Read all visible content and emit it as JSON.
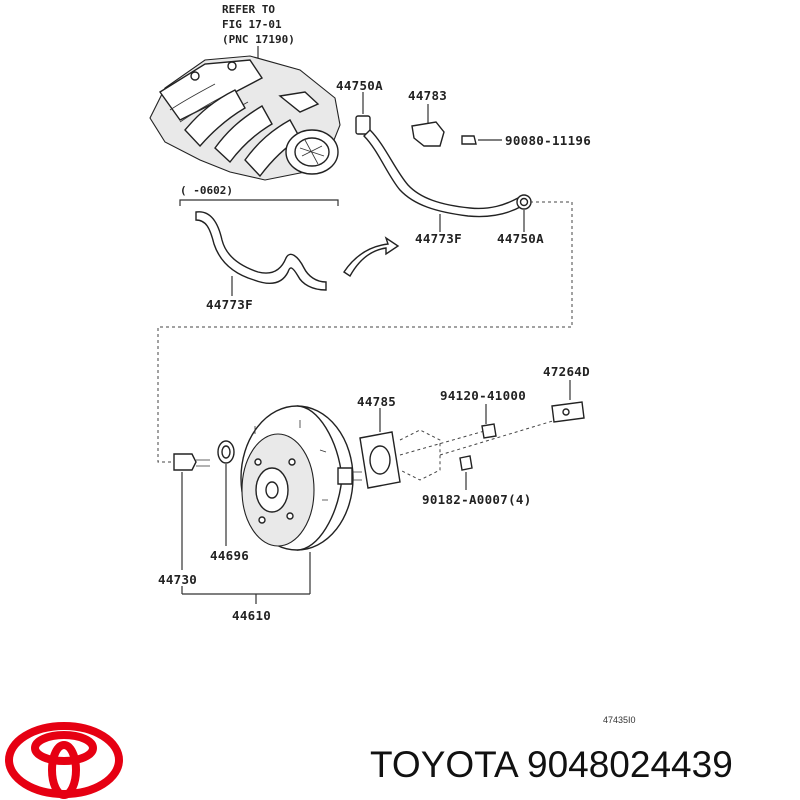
{
  "refer": {
    "line1": "REFER TO",
    "line2": "FIG 17-01",
    "line3": "(PNC 17190)"
  },
  "range_note": "(    -0602)",
  "labels": {
    "p44750A_top": "44750A",
    "p44783": "44783",
    "p90080": "90080-11196",
    "p44773F_right": "44773F",
    "p44750A_right": "44750A",
    "p44773F_left": "44773F",
    "p47264D": "47264D",
    "p44785": "44785",
    "p94120": "94120-41000",
    "p90182": "90182-A0007(4)",
    "p44696": "44696",
    "p44730": "44730",
    "p44610": "44610"
  },
  "diagram_id": "47435I0",
  "brand": {
    "name": "TOYOTA",
    "part_number": "9048024439",
    "logo_color": "#e60012"
  }
}
